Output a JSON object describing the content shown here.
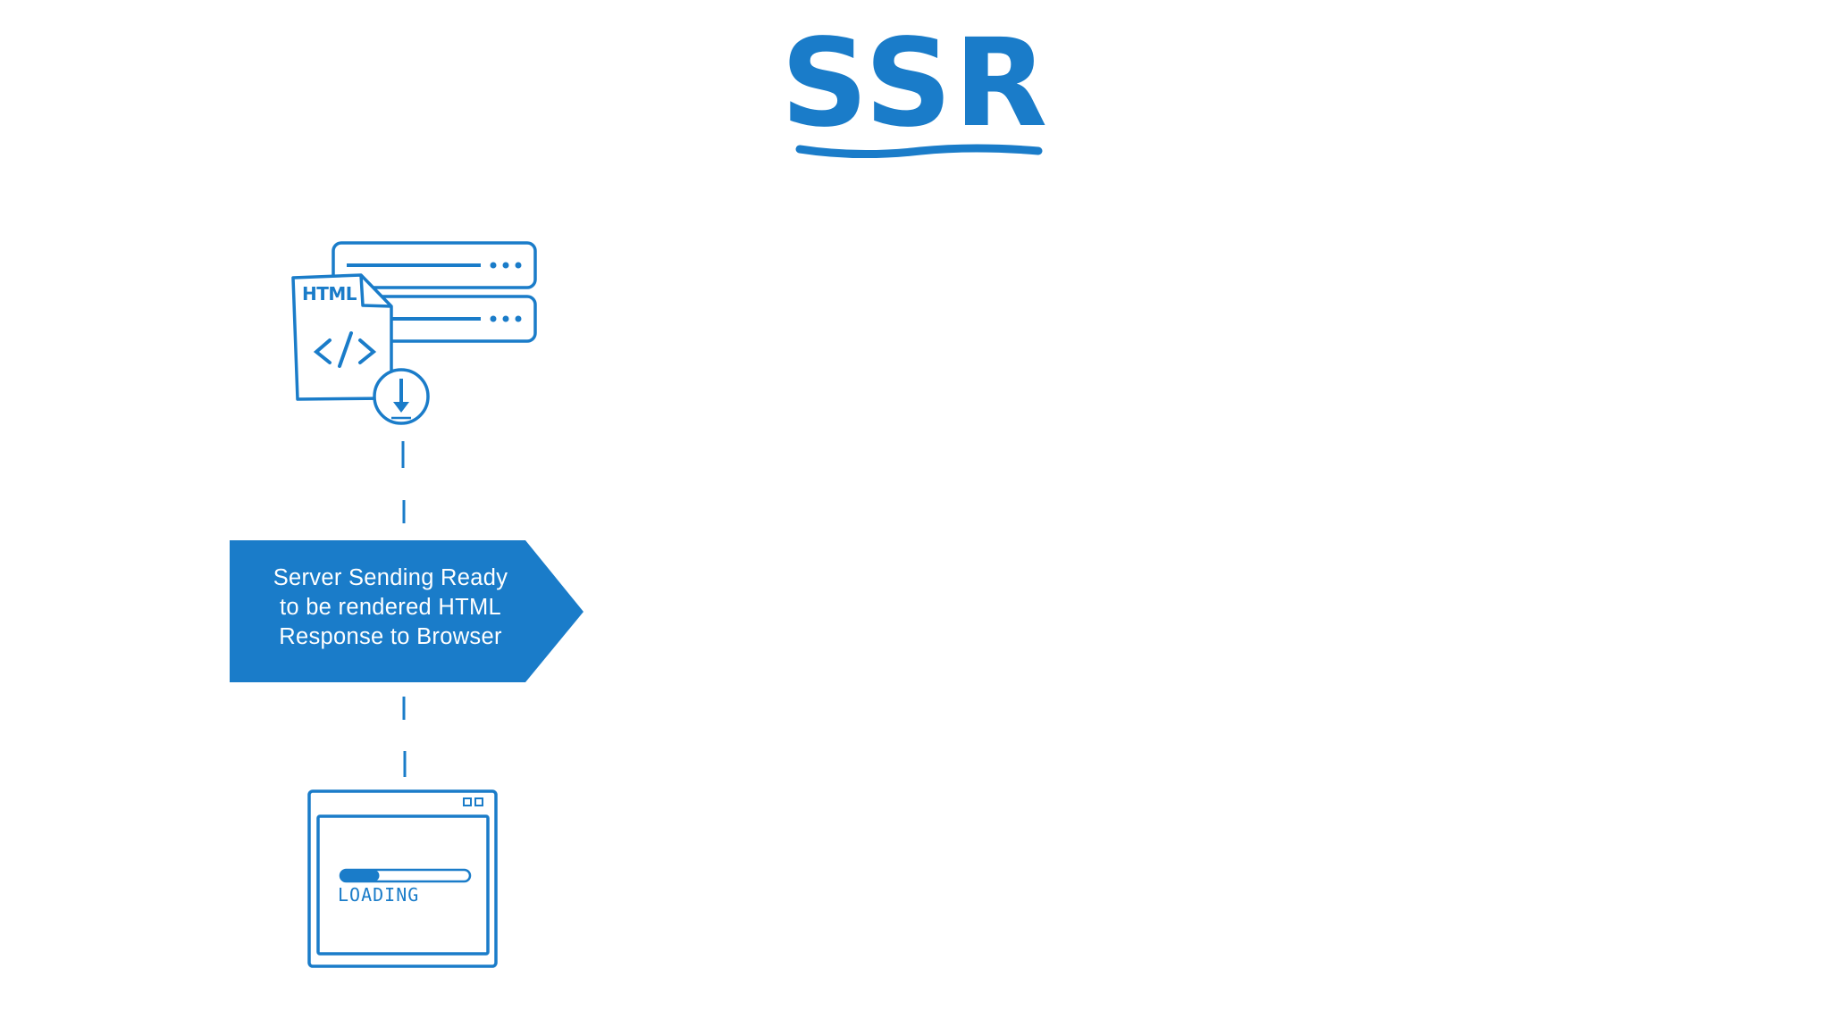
{
  "title": "SSR",
  "colors": {
    "accent": "#1a7cc9",
    "banner_fill": "#1a7cc9",
    "background": "#ffffff"
  },
  "server_icon": {
    "document_label": "HTML",
    "icons": [
      "server-rack-icon",
      "html-document-icon",
      "code-tag-icon",
      "download-arrow-icon"
    ]
  },
  "banner": {
    "lines": [
      "Server Sending Ready",
      "to be rendered HTML",
      "Response to Browser"
    ]
  },
  "browser_icon": {
    "loading_label": "LOADING",
    "progress": 0.3
  }
}
